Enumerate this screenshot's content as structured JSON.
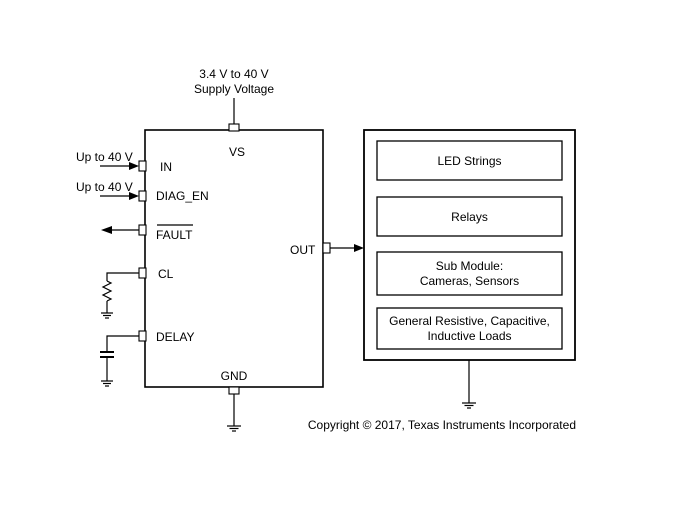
{
  "supply": {
    "voltage": "3.4 V to 40 V",
    "label": "Supply Voltage"
  },
  "ic": {
    "pins": {
      "vs": "VS",
      "in": "IN",
      "diag_en": "DIAG_EN",
      "fault": "FAULT",
      "cl": "CL",
      "delay": "DELAY",
      "out": "OUT",
      "gnd": "GND"
    }
  },
  "inputs": {
    "in_voltage": "Up to 40 V",
    "diag_en_voltage": "Up to 40 V"
  },
  "loads": [
    {
      "line1": "LED Strings",
      "line2": ""
    },
    {
      "line1": "Relays",
      "line2": ""
    },
    {
      "line1": "Sub Module:",
      "line2": "Cameras, Sensors"
    },
    {
      "line1": "General Resistive, Capacitive,",
      "line2": "Inductive Loads"
    }
  ],
  "copyright": "Copyright © 2017, Texas Instruments Incorporated"
}
